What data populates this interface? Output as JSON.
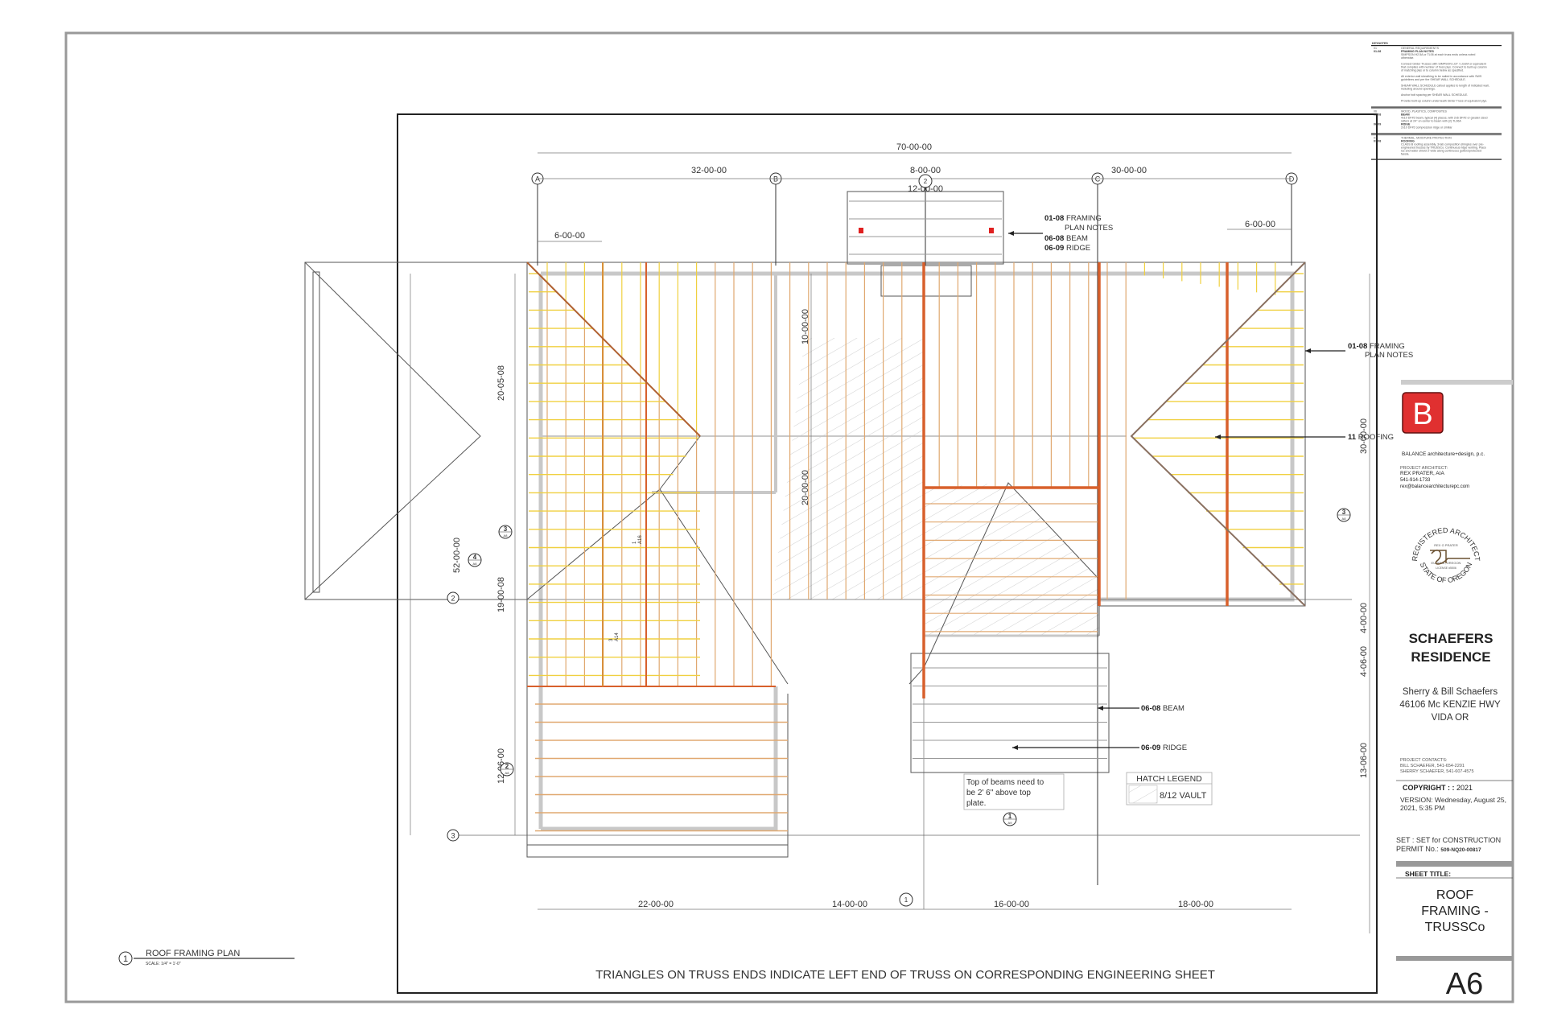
{
  "colors": {
    "truss": "#e0a870",
    "girder": "#d8602c",
    "hip_truss": "#f0d040",
    "wall": "#c8c8c8",
    "logo": "#e03030"
  },
  "keynotes": {
    "title": "KEYNOTES",
    "sections": [
      {
        "num": "01",
        "title": "GENERAL REQUIREMENTS",
        "items": [
          {
            "code": "01-08",
            "name": "FRAMING PLAN NOTES",
            "lines": [
              "SIMPSON H2.5A or TL06 at each truss ends unless noted",
              "otherwise.",
              "",
              "Connect Girder Trusses with SIMPSON LGT / LGUM or equivalent",
              "that complies with number of truss plys. Connect to built-up column",
              "of matching plys or to column below as specified.",
              "",
              "All exterior wall sheathing to be nailed in accordance with SWS",
              "guidelines and per the SHEAR WALL SCHEDULE.",
              "",
              "SHEAR WALL SCHEDULE callout applies to length of indicated wall,",
              "including around openings.",
              "",
              "Anchor bolt spacing per SHEAR WALL SCHEDULE.",
              "",
              "Provide built-up column underneath Girder Truss of equivalent plys."
            ]
          }
        ]
      },
      {
        "num": "06",
        "title": "WOOD, PLASTICS, COMPOSITES",
        "items": [
          {
            "code": "06-08",
            "name": "BEAM",
            "lines": [
              "4x10 DF#2 beam, typical (4) places, with 2x6 DF#2 or greater sized",
              "rafters at 24\" on center to beam with (2) TL06A"
            ]
          },
          {
            "code": "06-09",
            "name": "RIDGE",
            "lines": [
              "2x10 DF#2 compression ridge or similar"
            ]
          }
        ]
      },
      {
        "num": "07",
        "title": "THERMAL, MOISTURE PROTECTION",
        "items": [
          {
            "code": "07-08",
            "name": "ROOFING",
            "lines": [
              "CLASS B roofing assembly, 3-tab composition shingles over pre-",
              "engineered trusses by TRUSSCo. Continuous ridge venting. Place",
              "ice and water shield 3' wide along continuous gutters/protected",
              "fascia."
            ]
          }
        ]
      }
    ]
  },
  "grid": {
    "A": "A",
    "B": "B",
    "C": "C",
    "D": "D",
    "row2": "2",
    "row3": "3"
  },
  "dimensions": {
    "overall_top": "70-00-00",
    "top_ab": "32-00-00",
    "top_mid": "8-00-00",
    "top_mid2": "12-00-00",
    "top_cd": "30-00-00",
    "left_overhang": "6-00-00",
    "right_overhang": "6-00-00",
    "left_total": "52-00-00",
    "left_1": "20-05-08",
    "left_2": "19-00-08",
    "left_3": "12-06-00",
    "center_1": "10-00-00",
    "center_2": "20-00-00",
    "right_1": "30-00-00",
    "right_2": "4-00-00",
    "right_3": "4-06-00",
    "right_4": "13-06-00",
    "bottom_1": "22-00-00",
    "bottom_2": "14-00-00",
    "bottom_3": "16-00-00",
    "bottom_4": "18-00-00"
  },
  "callouts": {
    "top": {
      "code1": "01-08",
      "label1a": "FRAMING",
      "label1b": "PLAN NOTES",
      "code2": "06-08",
      "label2": "BEAM",
      "code3": "06-09",
      "label3": "RIDGE"
    },
    "right": {
      "code1": "01-08",
      "label1a": "FRAMING",
      "label1b": "PLAN NOTES",
      "code2": "11",
      "label2": "ROOFING"
    },
    "bottom": {
      "code1": "06-08",
      "label1": "BEAM",
      "code2": "06-09",
      "label2": "RIDGE"
    }
  },
  "section_markers": [
    {
      "num": "3",
      "sheet": "A8"
    },
    {
      "num": "4",
      "sheet": "A8"
    },
    {
      "num": "2",
      "sheet": "A8"
    },
    {
      "num": "1",
      "sheet": "A9"
    },
    {
      "num": "3",
      "sheet": "A8"
    },
    {
      "num": "2",
      "sheet": ""
    },
    {
      "num": "1",
      "sheet": ""
    },
    {
      "num": "1",
      "sheet": "A16"
    },
    {
      "num": "3",
      "sheet": "A14"
    }
  ],
  "note_box": {
    "lines": [
      "Top of beams need to",
      "be 2' 6\" above top",
      "plate."
    ]
  },
  "hatch_legend": {
    "title": "HATCH LEGEND",
    "item": "8/12 VAULT"
  },
  "plan_title": {
    "number": "1",
    "title": "ROOF FRAMING PLAN",
    "scale": "SCALE: 1/4\" = 1'-0\""
  },
  "footer_note": "TRIANGLES ON TRUSS ENDS INDICATE LEFT END OF TRUSS ON CORRESPONDING ENGINEERING SHEET",
  "title_block": {
    "logo_letter": "B",
    "firm": "BALANCE architecture+design, p.c.",
    "architect_label": "PROJECT ARCHITECT:",
    "architect_name": "REX PRATER, AIA",
    "architect_phone": "541-914-1733",
    "architect_email": "rex@balancearchitecturepc.com",
    "seal": {
      "ring": "REGISTERED ARCHITECT",
      "state": "STATE OF OREGON",
      "name": "REX G PRATER",
      "city": "EUGENE, OREGON",
      "license": "LICENSE #5506"
    },
    "project_line1": "SCHAEFERS",
    "project_line2": "RESIDENCE",
    "client": "Sherry & Bill Schaefers",
    "address1": "46106 Mc KENZIE HWY",
    "address2": "VIDA OR",
    "contacts_label": "PROJECT CONTACTS:",
    "contact1": "BILL SCHAEFER, 541-654-2201",
    "contact2": "SHERRY SCHAEFER, 541-607-4575",
    "copyright_label": "COPYRIGHT : :",
    "copyright_year": "2021",
    "version1": "VERSION: Wednesday, August 25,",
    "version2": "2021, 5:35 PM",
    "set": "SET : SET for CONSTRUCTION",
    "permit_label": "PERMIT No.:",
    "permit_no": "509-NQ20-00817",
    "sheet_title_label": "SHEET TITLE:",
    "sheet_title1": "ROOF",
    "sheet_title2": "FRAMING -",
    "sheet_title3": "TRUSSCo",
    "sheet_number": "A6"
  }
}
